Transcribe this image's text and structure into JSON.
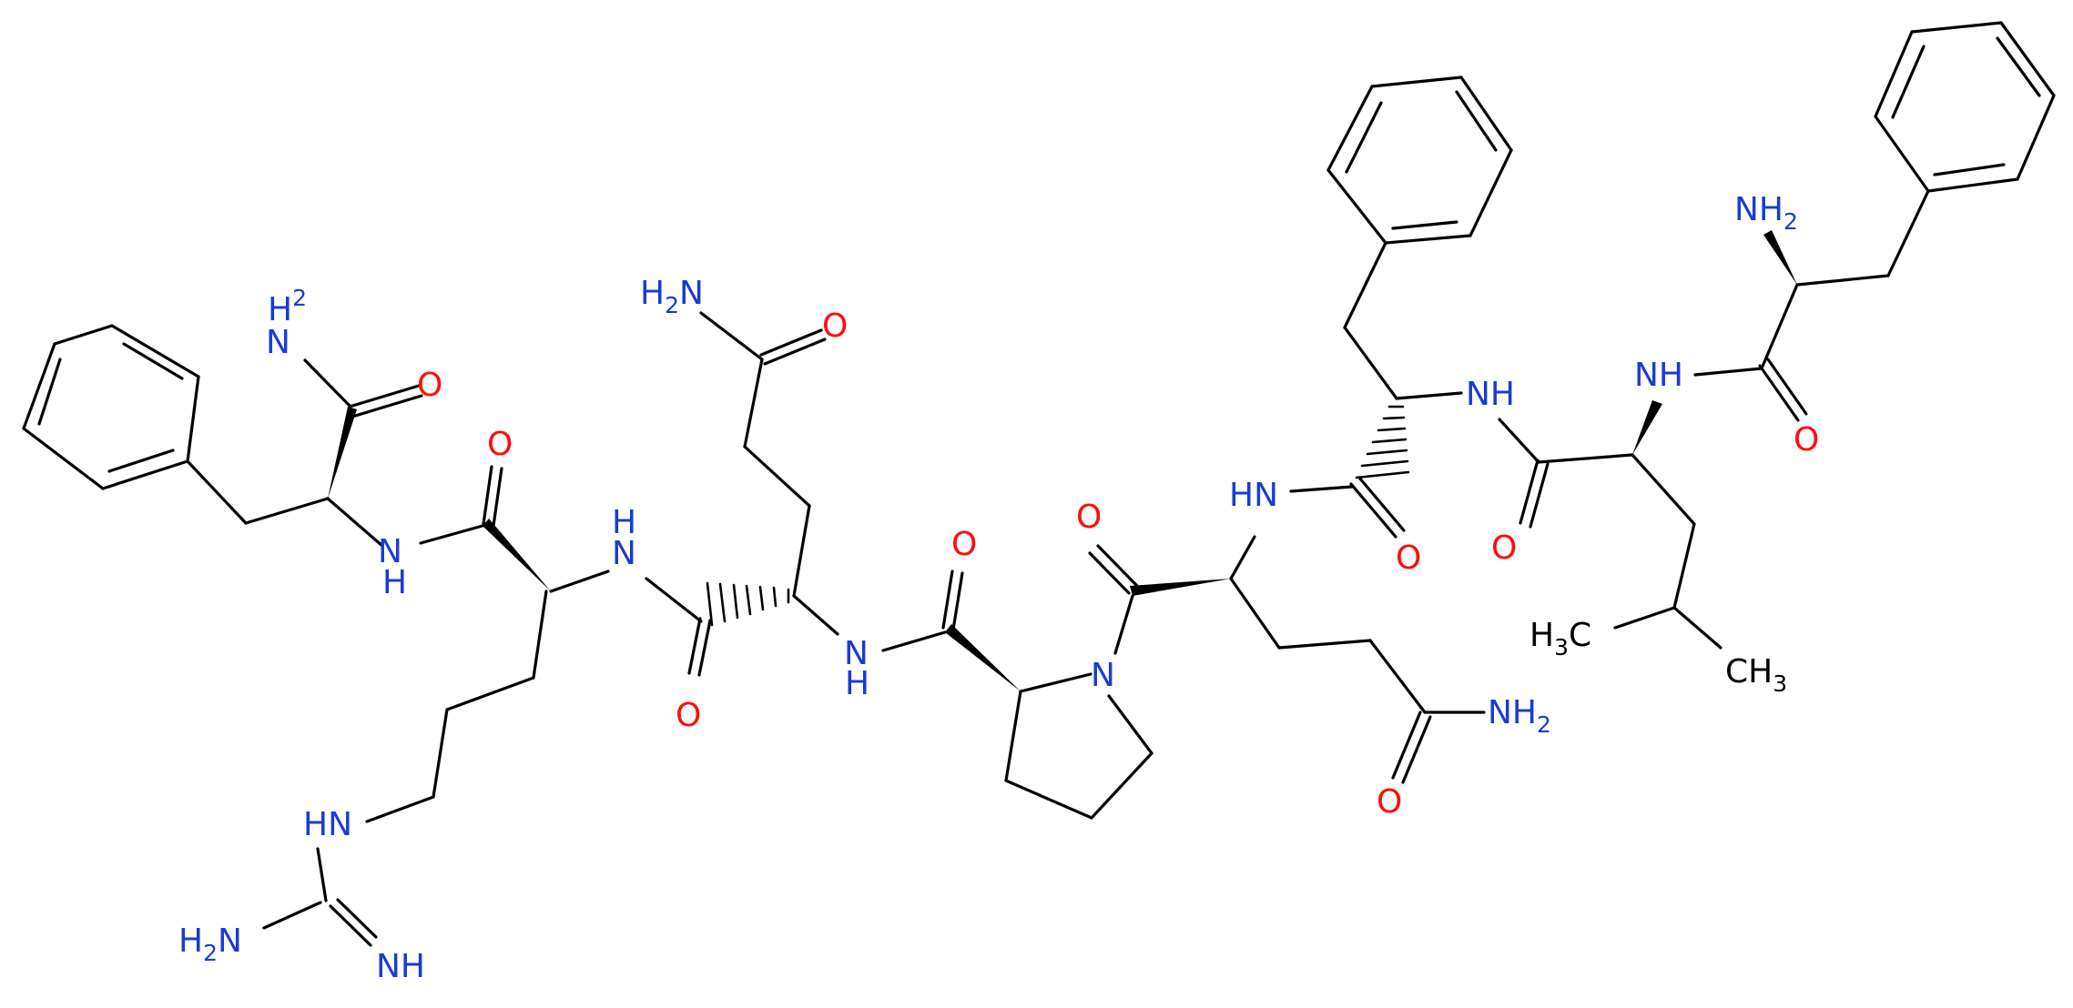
{
  "colors": {
    "bond": "#000000",
    "nitrogen": "#1a3cd4",
    "oxygen": "#ff0d0d",
    "carbon": "#000000"
  },
  "labels": {
    "nh2_phe_amide": "H2N",
    "o_phe_amide": "O",
    "o_arg_carbonyl": "O",
    "nh_phe_arg": "NH",
    "nh_arg_gln": "NH",
    "nh_guan": "HN",
    "h2n_guan": "H2N",
    "nh_imine": "NH",
    "h2n_gln1_side": "H2N",
    "o_gln1_side": "O",
    "o_gln1_carbonyl": "O",
    "nh_gln1_pro": "NH",
    "o_pro_carbonyl": "O",
    "n_pro": "N",
    "o_gln2_carbonyl": "O",
    "nh_gln2": "HN",
    "nh2_gln2_side": "NH2",
    "o_gln2_side": "O",
    "nh_phe2": "NH",
    "o_phe2_carbonyl": "O",
    "o_leu_carbonyl": "O",
    "nh_leu": "NH",
    "nh2_nterm": "NH2",
    "o_nterm_carbonyl": "O",
    "ch3_left": "H3C",
    "ch3_right": "CH3"
  }
}
